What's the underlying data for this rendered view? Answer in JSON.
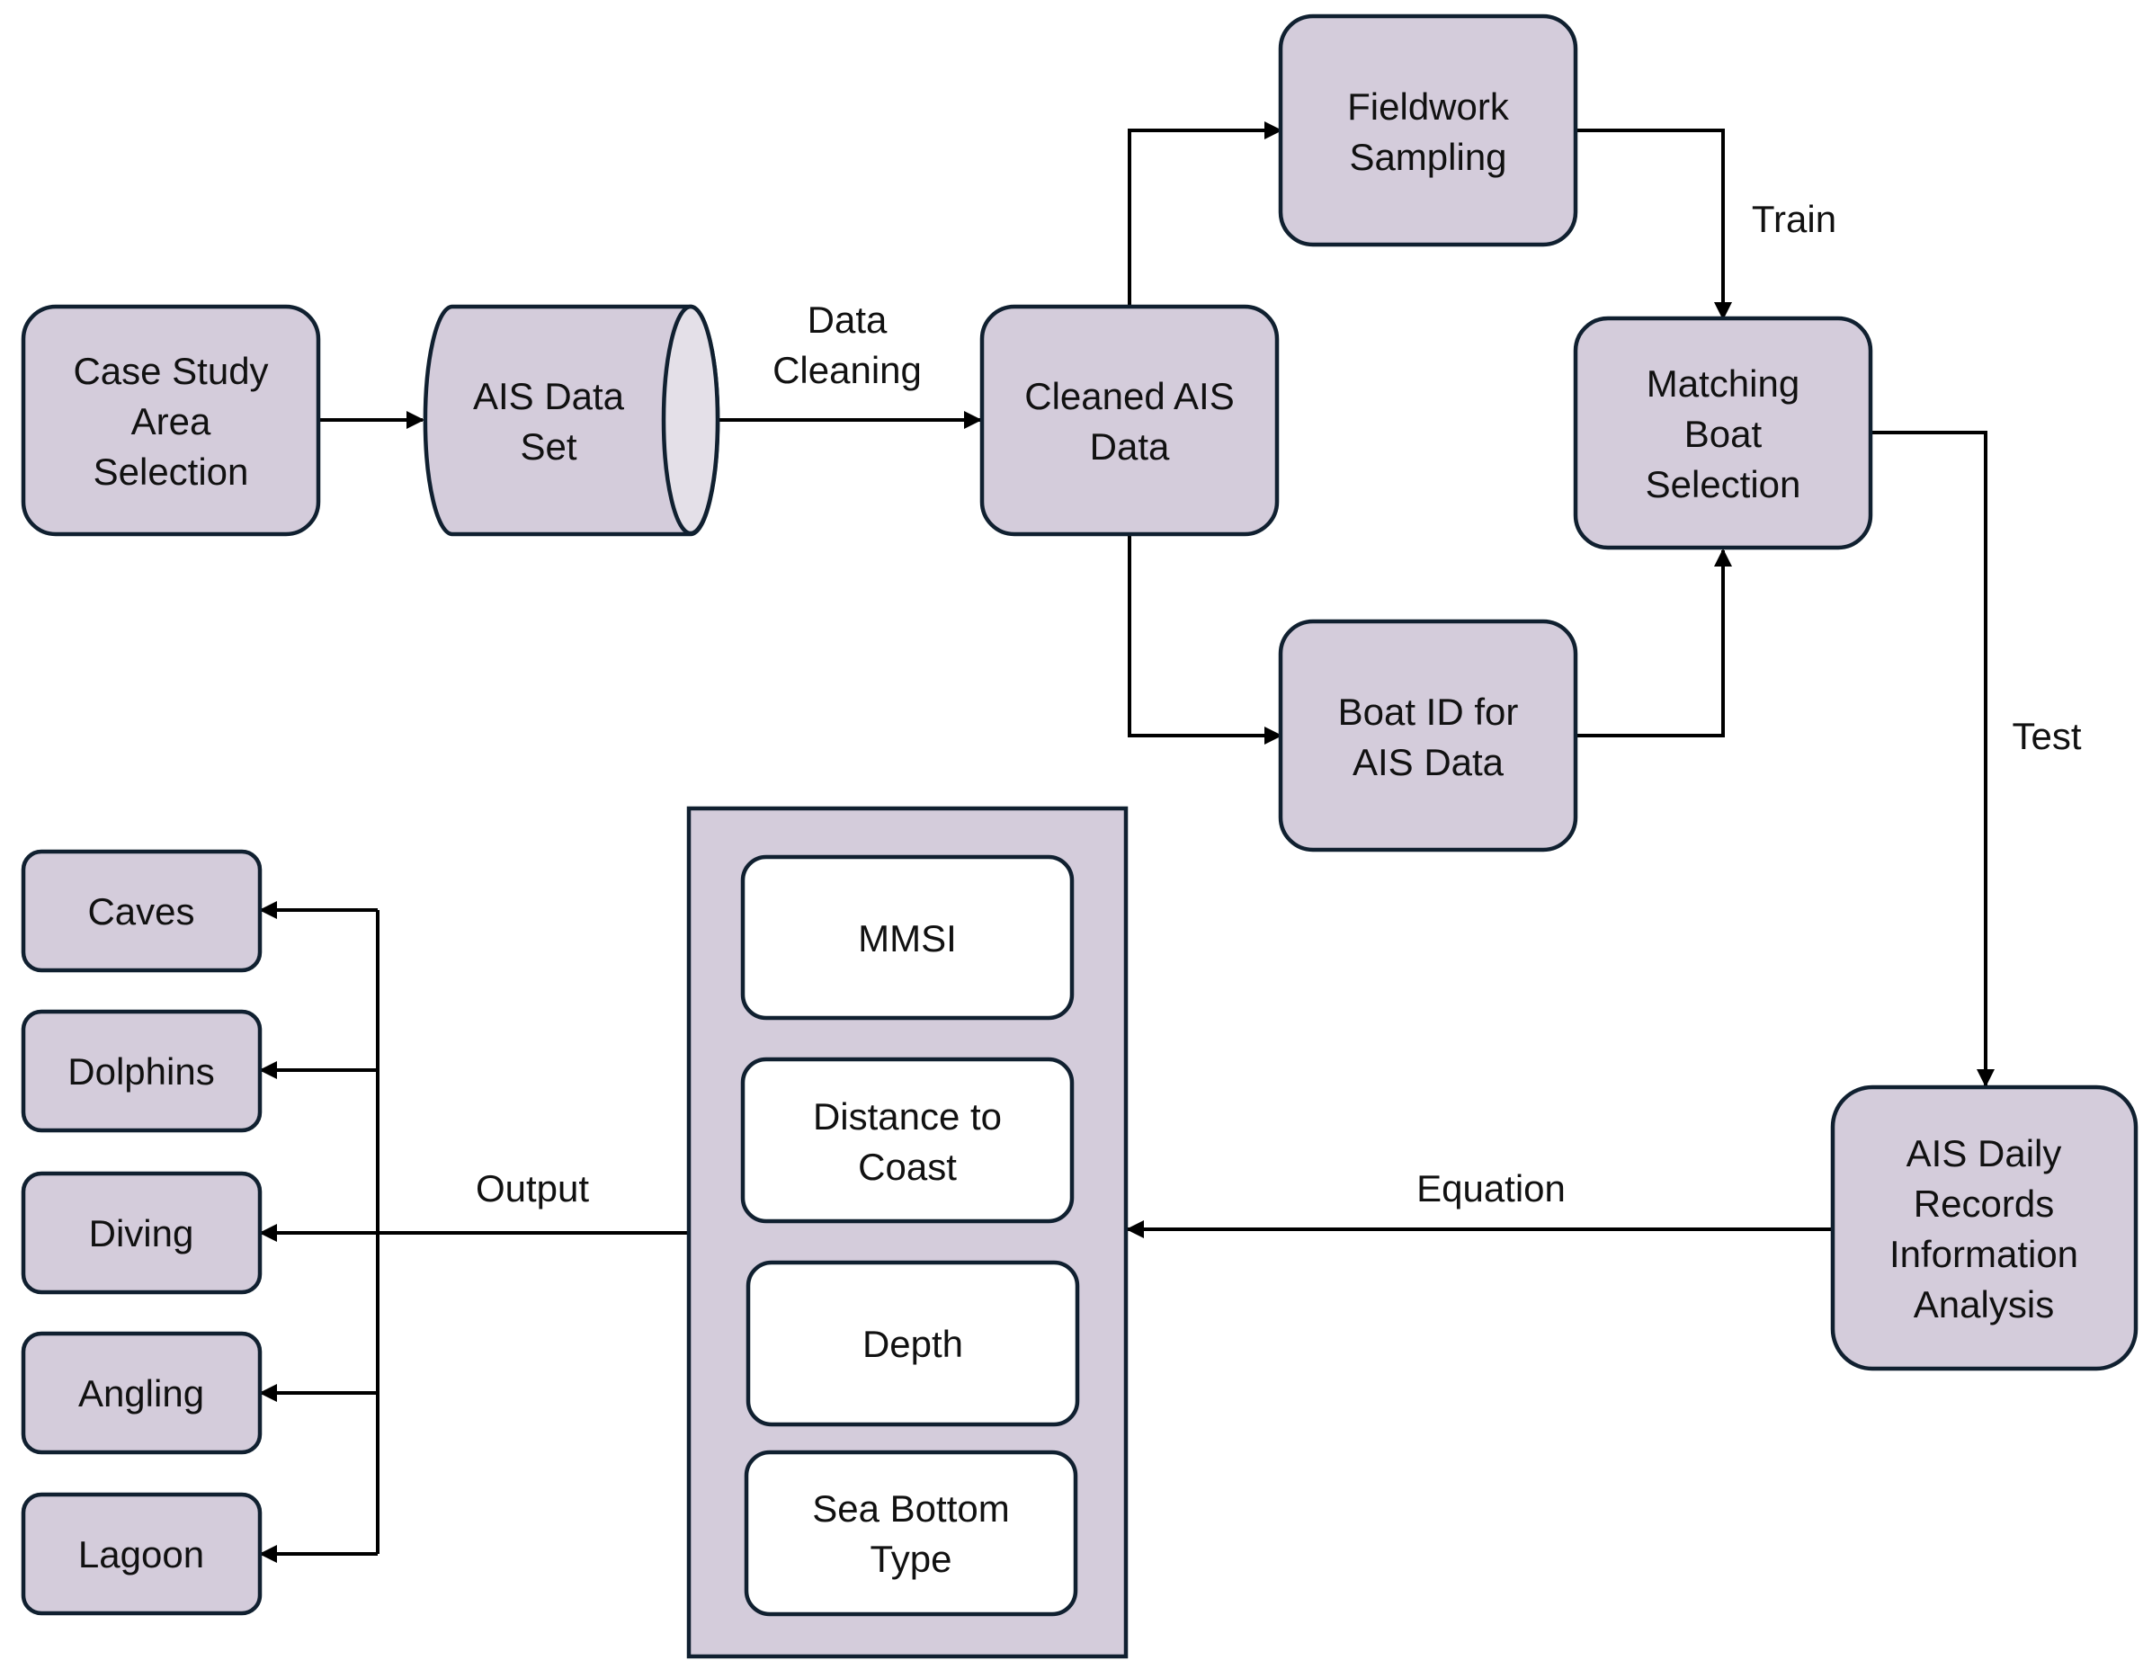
{
  "colors": {
    "node_fill": "#d4ccdb",
    "node_stroke": "#102030",
    "inner_fill": "#ffffff",
    "edge": "#000000",
    "cylinder_end_fill": "#e4e0e8"
  },
  "nodes": {
    "case_study": {
      "lines": [
        "Case Study",
        "Area",
        "Selection"
      ]
    },
    "ais_data_set": {
      "lines": [
        "AIS Data",
        "Set"
      ]
    },
    "cleaned_ais": {
      "lines": [
        "Cleaned AIS",
        "Data"
      ]
    },
    "fieldwork": {
      "lines": [
        "Fieldwork",
        "Sampling"
      ]
    },
    "boat_id": {
      "lines": [
        "Boat ID for",
        "AIS Data"
      ]
    },
    "matching_boat": {
      "lines": [
        "Matching",
        "Boat",
        "Selection"
      ]
    },
    "ais_daily": {
      "lines": [
        "AIS Daily",
        "Records",
        "Information",
        "Analysis"
      ]
    },
    "mmsi": {
      "lines": [
        "MMSI"
      ]
    },
    "distance": {
      "lines": [
        "Distance to",
        "Coast"
      ]
    },
    "depth": {
      "lines": [
        "Depth"
      ]
    },
    "sea_bottom": {
      "lines": [
        "Sea Bottom",
        "Type"
      ]
    },
    "caves": {
      "lines": [
        "Caves"
      ]
    },
    "dolphins": {
      "lines": [
        "Dolphins"
      ]
    },
    "diving": {
      "lines": [
        "Diving"
      ]
    },
    "angling": {
      "lines": [
        "Angling"
      ]
    },
    "lagoon": {
      "lines": [
        "Lagoon"
      ]
    }
  },
  "edge_labels": {
    "data_cleaning": [
      "Data",
      "Cleaning"
    ],
    "train": [
      "Train"
    ],
    "test": [
      "Test"
    ],
    "equation": [
      "Equation"
    ],
    "output": [
      "Output"
    ]
  }
}
